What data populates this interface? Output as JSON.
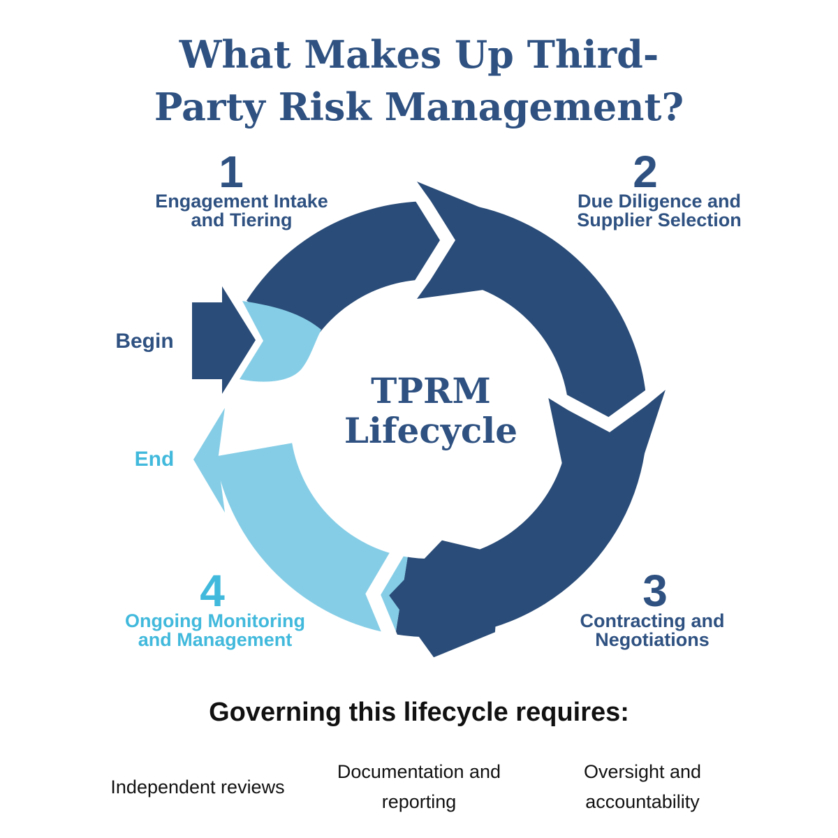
{
  "title": {
    "line1": "What Makes Up Third-",
    "line2": "Party Risk Management?"
  },
  "center": {
    "line1": "TPRM",
    "line2": "Lifecycle"
  },
  "flow": {
    "begin_label": "Begin",
    "end_label": "End"
  },
  "stages": [
    {
      "number": "1",
      "line1": "Engagement Intake",
      "line2": "and Tiering"
    },
    {
      "number": "2",
      "line1": "Due Diligence and",
      "line2": "Supplier Selection"
    },
    {
      "number": "3",
      "line1": "Contracting and",
      "line2": "Negotiations"
    },
    {
      "number": "4",
      "line1": "Ongoing Monitoring",
      "line2": "and Management"
    }
  ],
  "governing": {
    "heading": "Governing this lifecycle requires:",
    "items": [
      {
        "line1": "Independent reviews",
        "line2": ""
      },
      {
        "line1": "Documentation and",
        "line2": "reporting"
      },
      {
        "line1": "Oversight and",
        "line2": "accountability"
      }
    ]
  },
  "colors": {
    "dark_blue": "#2a4c78",
    "light_blue": "#85cde6",
    "accent_cyan": "#41b9dc",
    "dark_text": "#2e5181",
    "black_text": "#111111"
  }
}
